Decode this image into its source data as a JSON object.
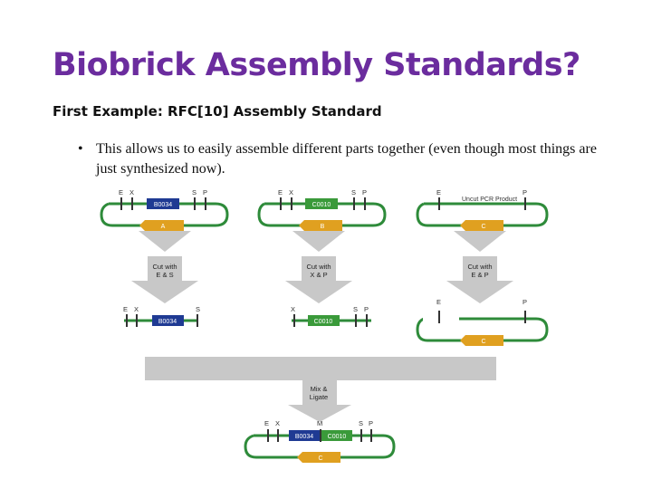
{
  "title": "Biobrick Assembly Standards?",
  "subtitle": "First Example: RFC[10] Assembly Standard",
  "bullet": {
    "symbol": "•",
    "text": "This allows us to easily assemble different parts together (even though most things are just synthesized now)."
  },
  "diagram": {
    "sites": {
      "E": "E",
      "X": "X",
      "S": "S",
      "P": "P",
      "M": "M"
    },
    "parts": {
      "b0034": "B0034",
      "c0010": "C0010",
      "a": "A",
      "b": "B",
      "c": "C",
      "uncut": "Uncut PCR Product"
    },
    "steps": {
      "cut_es": [
        "Cut with",
        "E & S"
      ],
      "cut_xp": [
        "Cut with",
        "X & P"
      ],
      "cut_ep": [
        "Cut with",
        "E & P"
      ],
      "mix": [
        "Mix &",
        "Ligate"
      ]
    }
  },
  "colors": {
    "title": "#6b2c9e",
    "backbone": "#2e8b3a",
    "blue_part": "#1f3a93",
    "green_part": "#3a9a3a",
    "orange_part": "#e0a020",
    "arrow": "#c8c8c8"
  }
}
